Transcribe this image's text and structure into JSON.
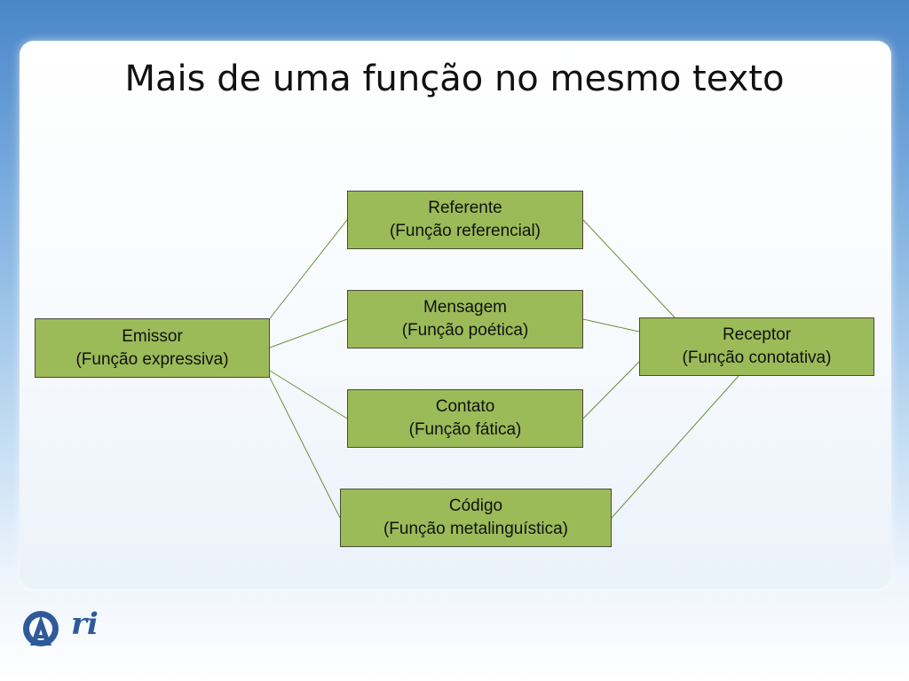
{
  "slide": {
    "title": "Mais de uma função no mesmo texto"
  },
  "diagram": {
    "nodes": {
      "referente": {
        "line1": "Referente",
        "line2": "(Função referencial)"
      },
      "mensagem": {
        "line1": "Mensagem",
        "line2": "(Função poética)"
      },
      "contato": {
        "line1": "Contato",
        "line2": "(Função fática)"
      },
      "codigo": {
        "line1": "Código",
        "line2": "(Função metalinguística)"
      },
      "emissor": {
        "line1": "Emissor",
        "line2": "(Função expressiva)"
      },
      "receptor": {
        "line1": "Receptor",
        "line2": "(Função conotativa)"
      }
    },
    "edges": [
      [
        "emissor",
        "referente"
      ],
      [
        "emissor",
        "mensagem"
      ],
      [
        "emissor",
        "contato"
      ],
      [
        "emissor",
        "codigo"
      ],
      [
        "referente",
        "receptor"
      ],
      [
        "mensagem",
        "receptor"
      ],
      [
        "contato",
        "receptor"
      ],
      [
        "codigo",
        "receptor"
      ]
    ],
    "box_color": "#9bbb59",
    "line_color": "#6a8f3a"
  },
  "logo": {
    "text": "ri",
    "icon": "ari-logo-icon",
    "color": "#2f5a9a"
  }
}
